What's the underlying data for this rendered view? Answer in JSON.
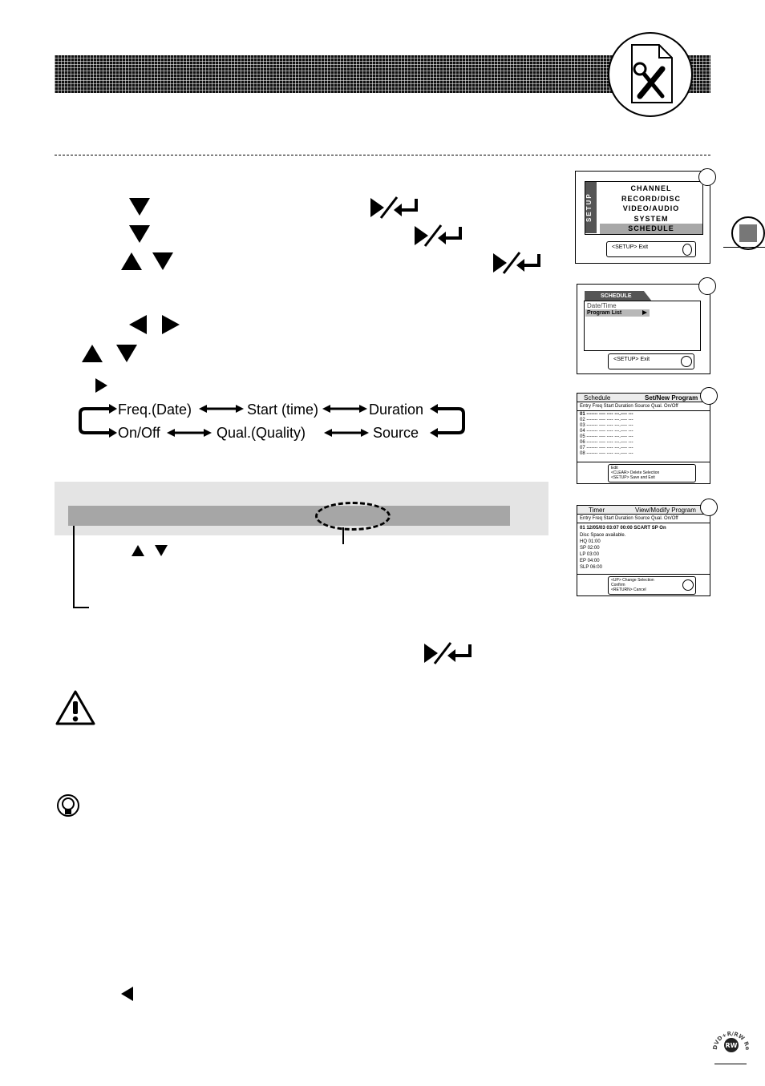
{
  "screen1": {
    "menu": [
      "CHANNEL",
      "RECORD/DISC",
      "VIDEO/AUDIO",
      "SYSTEM",
      "SCHEDULE"
    ],
    "side_label": "SETUP",
    "footer": "<SETUP> Exit"
  },
  "screen2": {
    "tab": "SCHEDULE",
    "items": [
      "Date/Time",
      "Program List"
    ],
    "footer": "<SETUP> Exit"
  },
  "screen3": {
    "title_left": "Schedule",
    "title_right": "Set/New Program",
    "columns": "Entry   Freq          Start        Duration  Source   Qual. On/Off",
    "rows": [
      "01  ------- ----     ----    ---.----  ---",
      "02  ------- ----     ----    ---.----  ---",
      "03  ------- ----     ----    ---.----  ---",
      "04  ------- ----     ----    ---.----  ---",
      "05  ------- ----     ----    ---.----  ---",
      "06  ------- ----     ----    ---.----  ---",
      "07  ------- ----     ----    ---.----  ---",
      "08  ------- ----     ----    ---.----  ---"
    ],
    "footer": [
      "Edit",
      "<CLEAR> Delete Selection",
      "<SETUP> Save and Exit"
    ]
  },
  "screen4": {
    "title_left": "Timer",
    "title_right": "View/Modify Program",
    "columns": "Entry   Freq          Start        Duration  Source  Qual. On/Off",
    "entry": "01  12/05/03     03:07        00:00   SCART    SP      On",
    "lines": [
      "Disc  Space available.",
      "HQ   01:00",
      "SP    02:00",
      "LP    03:00",
      "EP    04:00",
      "SLP   06:00"
    ],
    "footer": [
      "<UP> Change Selection",
      "Confirm",
      "<RETURN> Cancel"
    ]
  },
  "flow": {
    "top": [
      "Freq.(Date)",
      "Start (time)",
      "Duration"
    ],
    "bottom": [
      "On/Off",
      "Qual.(Quality)",
      "Source"
    ]
  },
  "logo": {
    "text": "DVD+R/RW Recorder",
    "badge": "RW"
  }
}
